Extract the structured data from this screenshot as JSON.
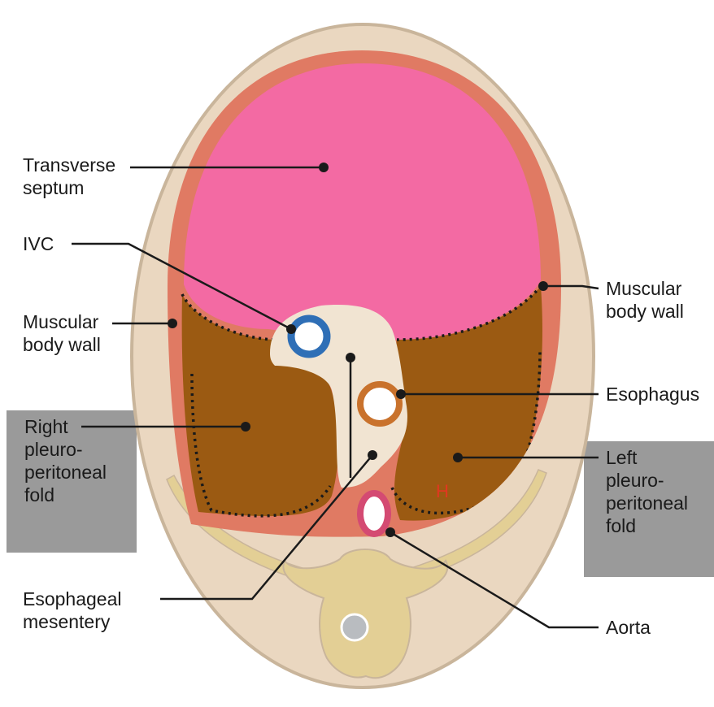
{
  "colors": {
    "background": "#ffffff",
    "body_skin": "#ead7c0",
    "body_outline": "#c9b59b",
    "muscular_wall": "#e07a63",
    "transverse_septum": "#f36aa3",
    "pleuroperitoneal_fold": "#9b5a12",
    "mesentery": "#f1e4d2",
    "ivc_ring": "#2f6fb6",
    "esophagus_ring": "#c9722c",
    "aorta_ring": "#d44a72",
    "vertebra": "#e3cf95",
    "spinal_cord": "#b9bcc0",
    "highlight_box": "#9a9a9a",
    "leader_line": "#1a1a1a"
  },
  "labels": {
    "transverse_septum": {
      "line1": "Transverse",
      "line2": "septum"
    },
    "ivc": {
      "line1": "IVC"
    },
    "muscular_body_wall_left": {
      "line1": "Muscular",
      "line2": "body wall"
    },
    "muscular_body_wall_right": {
      "line1": "Muscular",
      "line2": "body wall"
    },
    "right_fold": {
      "line1": "Right",
      "line2": "pleuro-",
      "line3": "peritoneal",
      "line4": "fold"
    },
    "left_fold": {
      "line1": "Left",
      "line2": "pleuro-",
      "line3": "peritoneal",
      "line4": "fold"
    },
    "esophagus": {
      "line1": "Esophagus"
    },
    "esophageal_mesentery": {
      "line1": "Esophageal",
      "line2": "mesentery"
    },
    "aorta": {
      "line1": "Aorta"
    },
    "h_mark": {
      "text": "H"
    }
  }
}
